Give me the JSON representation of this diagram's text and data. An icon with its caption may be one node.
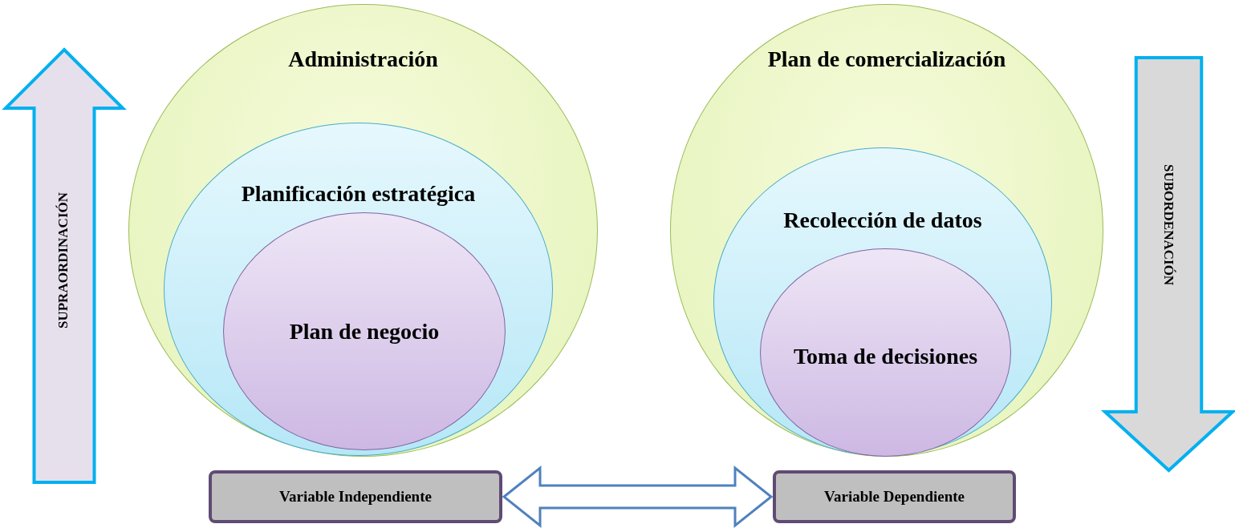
{
  "diagram": {
    "nodes": [
      {
        "text": [
          "Administración"
        ]
      },
      {
        "text": [
          "Planificación estratégica"
        ],
        "in": 0
      },
      {
        "text": [
          "Plan de negocio"
        ],
        "in": 1
      },
      {
        "text": [
          "Plan de comercialización"
        ]
      },
      {
        "text": [
          "Recolección de datos"
        ],
        "in": 3
      },
      {
        "text": [
          "Toma de decisiones"
        ],
        "in": 4
      },
      {
        "text": [
          "Variable Independiente"
        ]
      },
      {
        "text": [
          "Variable Dependiente"
        ]
      },
      {
        "text": [
          "SUPRAORDINACIÓN"
        ]
      },
      {
        "text": [
          "SUBORDENACIÓN"
        ]
      }
    ],
    "edges": [
      {
        "from": 6,
        "to": 7,
        "arrow": "both"
      }
    ]
  }
}
